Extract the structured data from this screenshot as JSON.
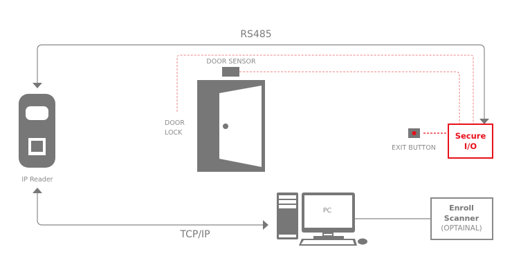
{
  "diagram": {
    "connections": {
      "rs485": "RS485",
      "tcpip": "TCP/IP"
    },
    "devices": {
      "ip_reader": "IP Reader",
      "door_sensor": "DOOR SENSOR",
      "door_lock_line1": "DOOR",
      "door_lock_line2": "LOCK",
      "exit_button": "EXIT BUTTON",
      "secure_io_line1": "Secure",
      "secure_io_line2": "I/O",
      "pc": "PC",
      "enroll_line1": "Enroll",
      "enroll_line2": "Scanner",
      "enroll_line3": "(OPTAINAL)"
    },
    "colors": {
      "device_gray": "#777777",
      "line_gray": "#888888",
      "accent_red": "#e8101a",
      "dotted_red": "#f08080"
    }
  }
}
